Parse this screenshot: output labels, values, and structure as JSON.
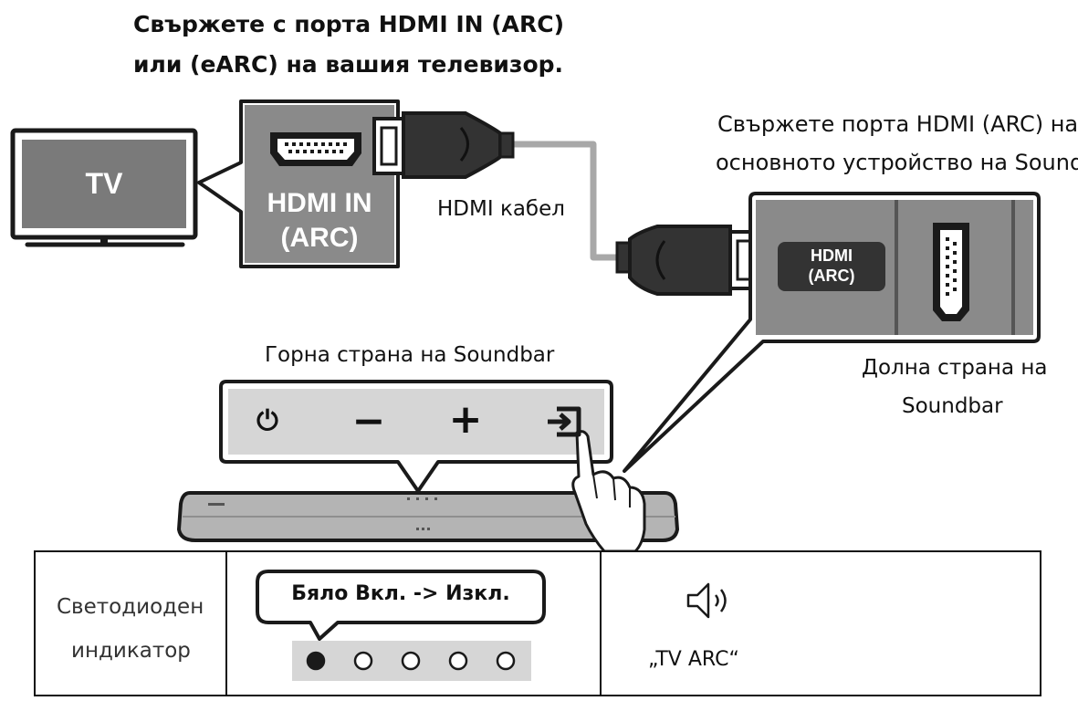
{
  "captions": {
    "tv_port_line1": "Свържете с порта HDMI IN (ARC)",
    "tv_port_line2": "или (eARC) на вашия телевизор.",
    "sb_port_line1": "Свържете порта HDMI (ARC) на",
    "sb_port_line2": "основното устройство на Soundbar.",
    "cable": "HDMI кабел",
    "top_side": "Горна страна на Soundbar",
    "bottom_side_line1": "Долна страна на",
    "bottom_side_line2": "Soundbar"
  },
  "tv": {
    "label": "TV"
  },
  "tv_panel": {
    "line1": "HDMI IN",
    "line2": "(ARC)"
  },
  "sb_panel": {
    "line1": "HDMI",
    "line2": "(ARC)"
  },
  "buttons": [
    {
      "name": "power-icon",
      "glyph": "⏻"
    },
    {
      "name": "volume-down-icon",
      "glyph": "−"
    },
    {
      "name": "volume-up-icon",
      "glyph": "+"
    },
    {
      "name": "source-input-icon",
      "glyph": "⇥"
    }
  ],
  "table": {
    "led_label_line1": "Светодиоден",
    "led_label_line2": "индикатор",
    "callout": "Бяло Вкл. -> Изкл.",
    "leds": [
      {
        "state": "on"
      },
      {
        "state": "off"
      },
      {
        "state": "off"
      },
      {
        "state": "off"
      },
      {
        "state": "off"
      }
    ],
    "speaker_icon": "speaker-volume-icon",
    "mode": "„TV ARC“"
  },
  "colors": {
    "panel_gray": "#7a7a7a",
    "light_gray": "#d6d6d6",
    "dark": "#2b2b2b",
    "soundbar_gray": "#b4b4b4"
  }
}
